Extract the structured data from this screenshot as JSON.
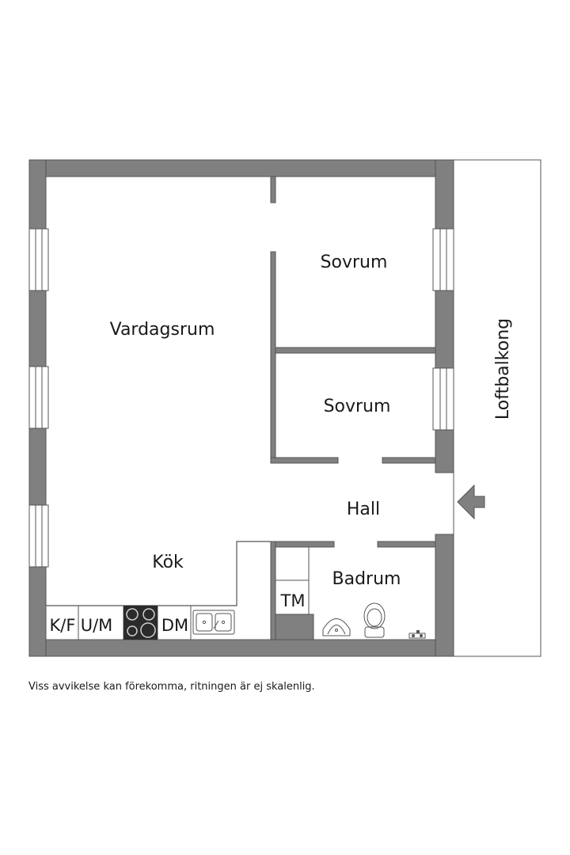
{
  "rooms": {
    "vardagsrum": "Vardagsrum",
    "sovrum_1": "Sovrum",
    "sovrum_2": "Sovrum",
    "hall": "Hall",
    "kok": "Kök",
    "badrum": "Badrum",
    "loftbalkong": "Loftbalkong"
  },
  "fixtures": {
    "kf": "K/F",
    "um": "U/M",
    "dm": "DM",
    "tm": "TM"
  },
  "disclaimer": "Viss avvikelse kan förekomma, ritningen är ej skalenlig.",
  "colors": {
    "wall": "#808080",
    "wall_outline": "#555555",
    "floor": "#ffffff",
    "stove": "#2b2b2b"
  }
}
